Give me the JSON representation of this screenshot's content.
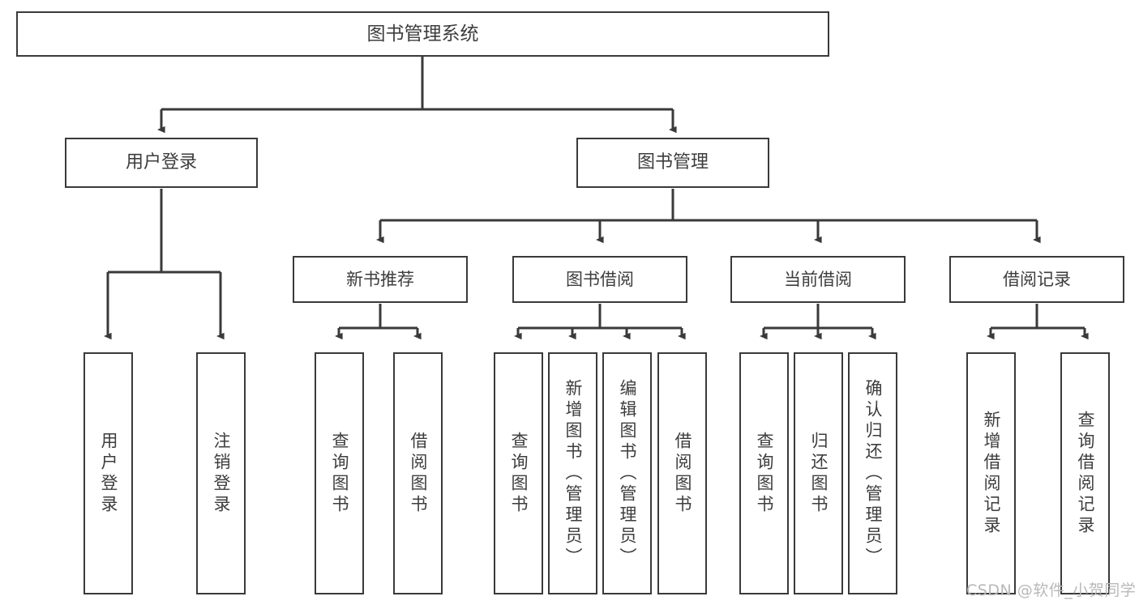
{
  "diagram": {
    "title": "图书管理系统",
    "type": "tree-hierarchy-chart",
    "colors": {
      "box_border": "#3a3a3a",
      "box_fill": "#ffffff",
      "text": "#3d3d3d",
      "connector": "#3a3a3a",
      "watermark": "#b8b8b8",
      "background": "#ffffff"
    },
    "root": {
      "label": "图书管理系统"
    },
    "level2": [
      {
        "label": "用户登录"
      },
      {
        "label": "图书管理"
      }
    ],
    "level3": [
      {
        "label": "新书推荐"
      },
      {
        "label": "图书借阅"
      },
      {
        "label": "当前借阅"
      },
      {
        "label": "借阅记录"
      }
    ],
    "leaves": {
      "user_login": [
        {
          "label": "用户登录"
        },
        {
          "label": "注销登录"
        }
      ],
      "new_book_recommend": [
        {
          "label": "查询图书"
        },
        {
          "label": "借阅图书"
        }
      ],
      "book_borrow": [
        {
          "label": "查询图书"
        },
        {
          "label": "新增图书（管理员）"
        },
        {
          "label": "编辑图书（管理员）"
        },
        {
          "label": "借阅图书"
        }
      ],
      "current_borrow": [
        {
          "label": "查询图书"
        },
        {
          "label": "归还图书"
        },
        {
          "label": "确认归还（管理员）"
        }
      ],
      "borrow_records": [
        {
          "label": "新增借阅记录"
        },
        {
          "label": "查询借阅记录"
        }
      ]
    }
  },
  "watermark": {
    "text": "CSDN @软件_小贺同学"
  }
}
